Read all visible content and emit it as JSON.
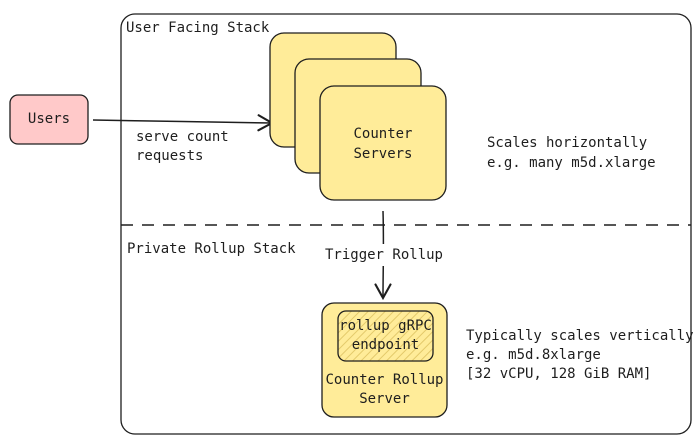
{
  "diagram": {
    "outer_box_title": "User Facing Stack",
    "private_section_title": "Private Rollup Stack",
    "users": {
      "label": "Users"
    },
    "counter_servers": {
      "label_line1": "Counter",
      "label_line2": "Servers"
    },
    "serve_edge": {
      "line1": "serve count",
      "line2": "requests"
    },
    "scale_note": {
      "line1": "Scales horizontally",
      "line2": "e.g. many m5d.xlarge"
    },
    "trigger_edge": {
      "label": "Trigger Rollup"
    },
    "grpc_endpoint": {
      "line1": "rollup gRPC",
      "line2": "endpoint"
    },
    "rollup_server": {
      "line1": "Counter Rollup",
      "line2": "Server"
    },
    "vertical_note": {
      "line1": "Typically scales vertically",
      "line2": "e.g. m5d.8xlarge",
      "line3": "[32 vCPU, 128 GiB RAM]"
    }
  },
  "colors": {
    "stroke": "#1e1e1e",
    "users_fill": "#ffc9c9",
    "server_fill": "#ffec99",
    "endpoint_hatch": "#f2dc8a"
  }
}
